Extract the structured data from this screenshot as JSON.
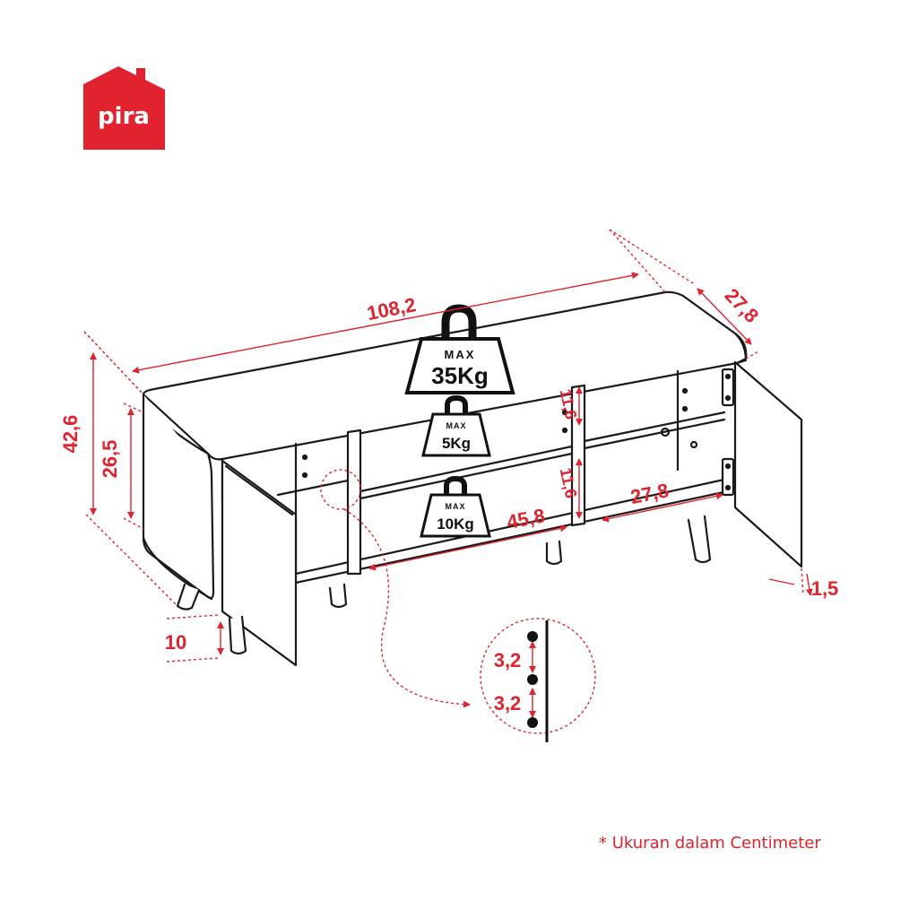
{
  "brand": {
    "logo_text": "pira",
    "color": "#e0232e"
  },
  "dimensions": {
    "width": "108,2",
    "depth": "27,8",
    "height_total": "42,6",
    "height_body": "26,5",
    "leg_height": "10",
    "door_thickness": "1,5",
    "shelf_gap_upper": "11,6",
    "shelf_gap_lower": "11,6",
    "middle_width": "45,8",
    "right_width": "27,8",
    "hole_spacing_1": "3,2",
    "hole_spacing_2": "3,2"
  },
  "weights": [
    {
      "top": "MAX",
      "value": "35Kg"
    },
    {
      "top": "MAX",
      "value": "5Kg"
    },
    {
      "top": "MAX",
      "value": "10Kg"
    }
  ],
  "footnote": "* Ukuran dalam Centimeter"
}
